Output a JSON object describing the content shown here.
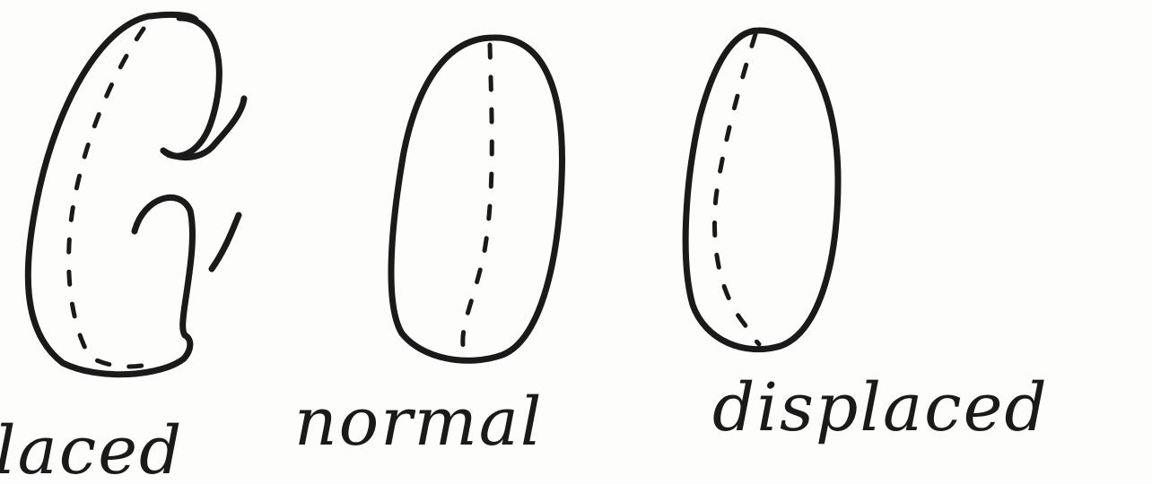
{
  "figure": {
    "items": [
      {
        "label": "laced",
        "shape": "hooked-disc"
      },
      {
        "label": "normal",
        "shape": "oval-disc"
      },
      {
        "label": "displaced",
        "shape": "oval-disc"
      }
    ]
  }
}
